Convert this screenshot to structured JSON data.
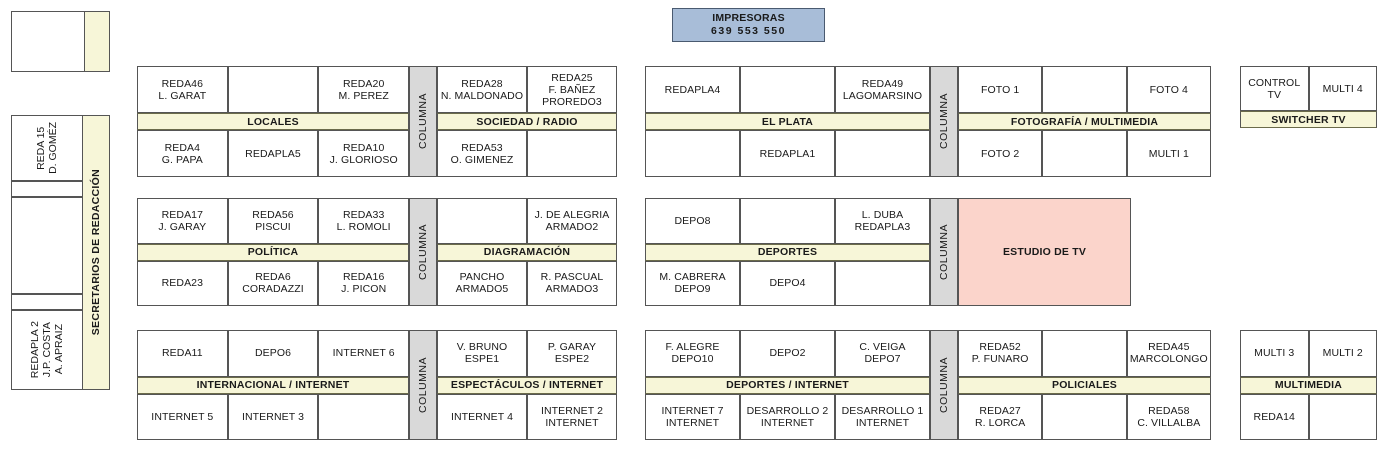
{
  "printers": {
    "title": "IMPRESORAS",
    "numbers": "639  553  550"
  },
  "left_column": {
    "label": "SECRETARIOS DE REDACCIÓN",
    "seats": [
      "REDA 15\nD. GOMÉZ",
      "",
      "",
      "",
      "REDAPLA 2\nJ.P. COSTA\nA. APRAIZ"
    ]
  },
  "blocks": [
    {
      "id": "locales-sociedad",
      "left_group": {
        "band": "LOCALES",
        "top": [
          "REDA46\nL. GARAT",
          "",
          "REDA20\nM. PEREZ"
        ],
        "bottom": [
          "REDA4\nG. PAPA",
          "REDAPLA5",
          "REDA10\nJ. GLORIOSO"
        ]
      },
      "columna": "COLUMNA",
      "right_group": {
        "band": "SOCIEDAD / RADIO",
        "top": [
          "REDA28\nN. MALDONADO",
          "REDA25\nF. BAÑEZ\nPROREDO3"
        ],
        "bottom": [
          "REDA53\nO. GIMENEZ",
          ""
        ]
      }
    },
    {
      "id": "elplata-fotografia",
      "left_group": {
        "band": "EL PLATA",
        "top": [
          "REDAPLA4",
          "",
          "REDA49\nLAGOMARSINO"
        ],
        "bottom": [
          "",
          "REDAPLA1",
          ""
        ]
      },
      "columna": "COLUMNA",
      "right_group": {
        "band": "FOTOGRAFÍA / MULTIMEDIA",
        "top": [
          "FOTO 1",
          "",
          "FOTO 4"
        ],
        "bottom": [
          "FOTO 2",
          "",
          "MULTI 1"
        ]
      }
    },
    {
      "id": "switcher-tv",
      "band": "SWITCHER TV",
      "top": [
        "CONTROL TV",
        "MULTI 4"
      ]
    },
    {
      "id": "politica-diagramacion",
      "left_group": {
        "band": "POLÍTICA",
        "top": [
          "REDA17\nJ. GARAY",
          "REDA56\nPISCUI",
          "REDA33\nL. ROMOLI"
        ],
        "bottom": [
          "REDA23",
          "REDA6\nCORADAZZI",
          "REDA16\nJ. PICON"
        ]
      },
      "columna": "COLUMNA",
      "right_group": {
        "band": "DIAGRAMACIÓN",
        "top": [
          "",
          "J. DE ALEGRIA\nARMADO2"
        ],
        "bottom": [
          "PANCHO\nARMADO5",
          "R. PASCUAL\nARMADO3"
        ]
      }
    },
    {
      "id": "deportes-estudio",
      "left_group": {
        "band": "DEPORTES",
        "top": [
          "DEPO8",
          "",
          "L. DUBA\nREDAPLA3"
        ],
        "bottom": [
          "M. CABRERA\nDEPO9",
          "DEPO4",
          ""
        ]
      },
      "columna": "COLUMNA",
      "studio": "ESTUDIO DE TV"
    },
    {
      "id": "internacional-espectaculos",
      "left_group": {
        "band": "INTERNACIONAL / INTERNET",
        "top": [
          "REDA11",
          "DEPO6",
          "INTERNET 6"
        ],
        "bottom": [
          "INTERNET 5",
          "INTERNET 3",
          ""
        ]
      },
      "columna": "COLUMNA",
      "right_group": {
        "band": "ESPECTÁCULOS / INTERNET",
        "top": [
          "V. BRUNO\nESPE1",
          "P. GARAY\nESPE2"
        ],
        "bottom": [
          "INTERNET 4",
          "INTERNET 2\nINTERNET"
        ]
      }
    },
    {
      "id": "deportes-internet-policiales",
      "left_group": {
        "band": "DEPORTES / INTERNET",
        "top": [
          "F. ALEGRE\nDEPO10",
          "DEPO2",
          "C. VEIGA\nDEPO7"
        ],
        "bottom": [
          "INTERNET 7\nINTERNET",
          "DESARROLLO 2\nINTERNET",
          "DESARROLLO 1\nINTERNET"
        ]
      },
      "columna": "COLUMNA",
      "right_group": {
        "band": "POLICIALES",
        "top": [
          "REDA52\nP. FUNARO",
          "",
          "REDA45\nMARCOLONGO"
        ],
        "bottom": [
          "REDA27\nR. LORCA",
          "",
          "REDA58\nC. VILLALBA"
        ]
      }
    },
    {
      "id": "multimedia",
      "band": "MULTIMEDIA",
      "top": [
        "MULTI 3",
        "MULTI 2"
      ],
      "bottom": [
        "REDA14",
        ""
      ]
    }
  ],
  "colors": {
    "band": "#f7f6d8",
    "columna": "#d9d9d9",
    "studio": "#fbd4cb",
    "printers": "#a8bdd8",
    "border": "#555555"
  }
}
